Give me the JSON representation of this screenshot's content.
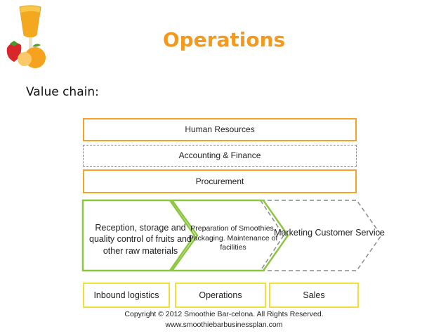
{
  "slide": {
    "title": "Operations",
    "subtitle": "Value chain:"
  },
  "support_activities": {
    "human_resources": "Human Resources",
    "accounting_finance": "Accounting & Finance",
    "procurement": "Procurement"
  },
  "primary_activities": {
    "reception": "Reception, storage and quality control of fruits and other raw materials",
    "preparation": "Preparation of Smoothies. Packaging. Maintenance of facilities",
    "marketing": "Marketing Customer Service"
  },
  "categories": {
    "inbound": "Inbound logistics",
    "operations": "Operations",
    "sales": "Sales"
  },
  "footer": {
    "copyright": "Copyright © 2012 Smoothie Bar-celona. All Rights Reserved.",
    "website": "www.smoothiebarbusinessplan.com"
  },
  "colors": {
    "title": "#f39a1e",
    "support_border": "#f5a22a",
    "primary_border": "#8cc63f",
    "category_border": "#f0e03a",
    "dashed": "#8a8a8a"
  },
  "icons": [
    "smoothie-glass-icon",
    "strawberry-icon",
    "orange-fruit-icon"
  ]
}
